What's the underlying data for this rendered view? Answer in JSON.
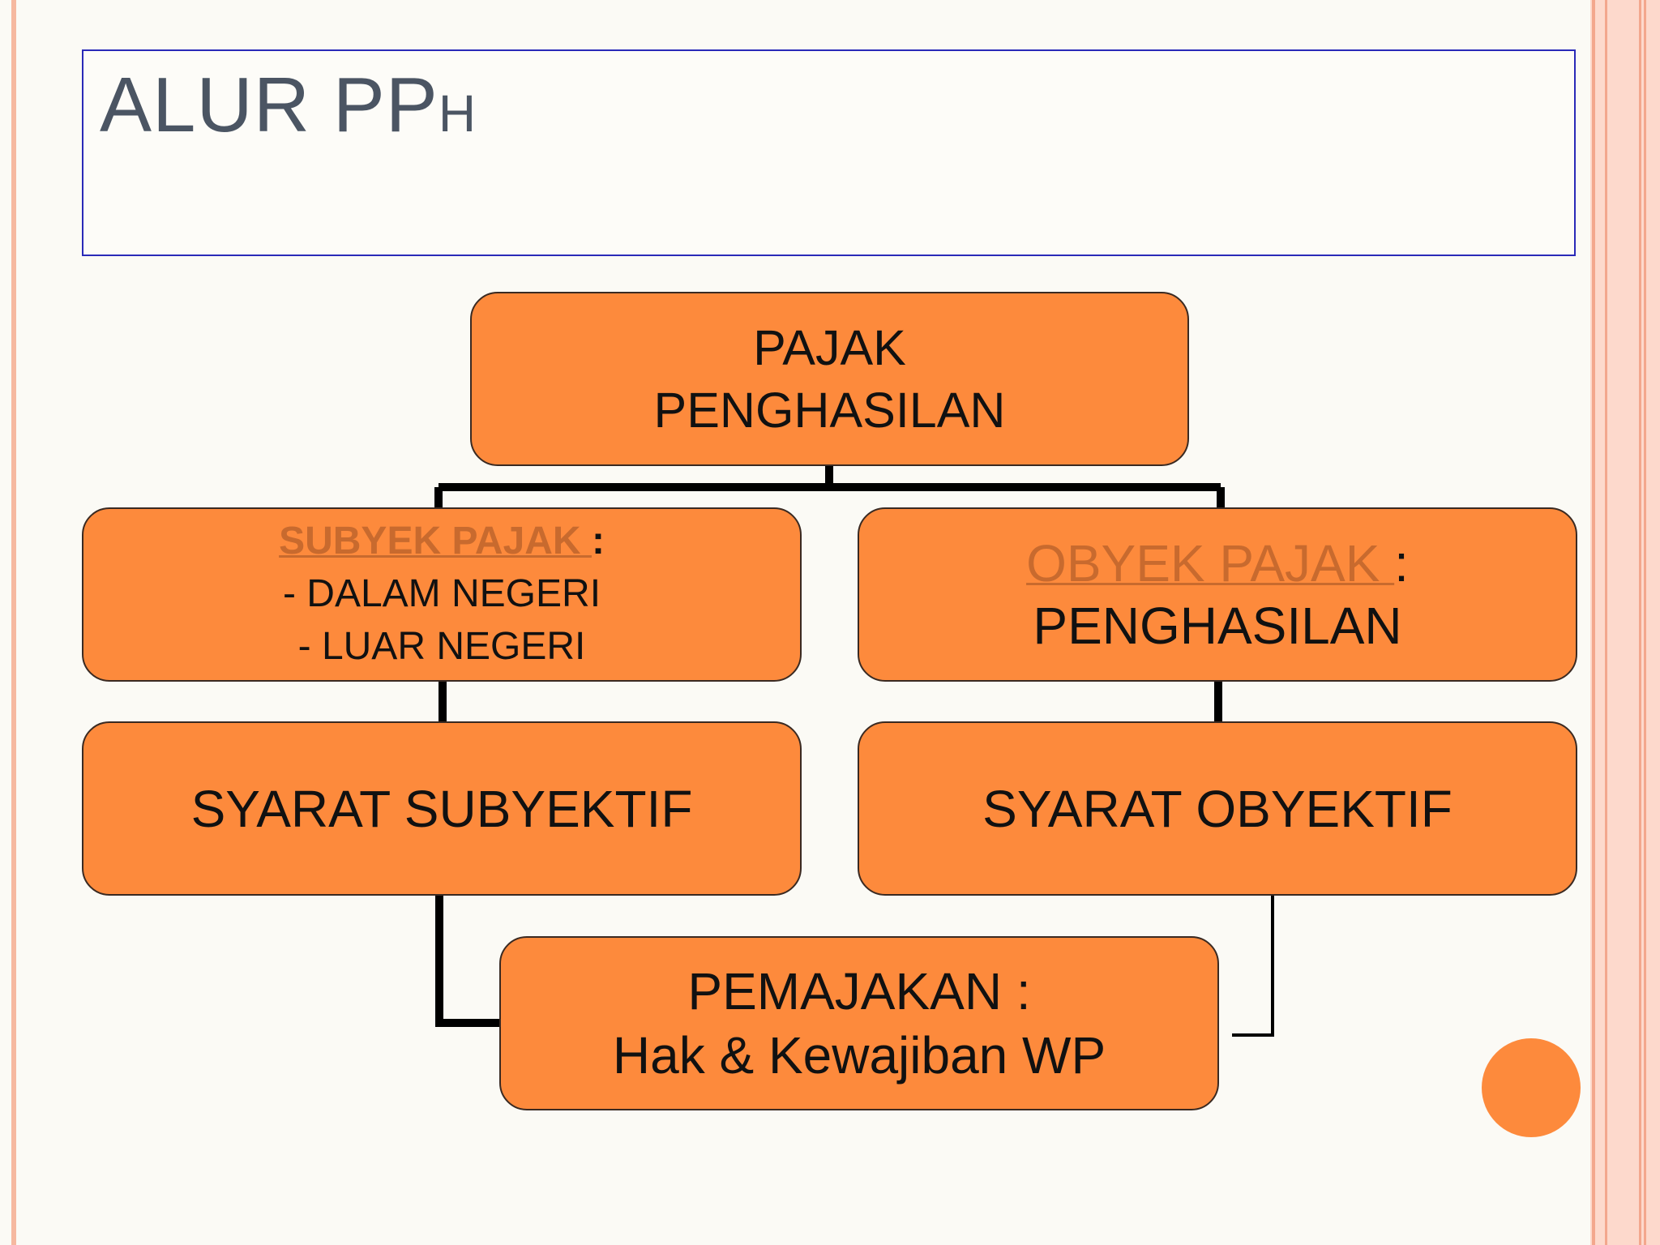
{
  "title": {
    "main": "ALUR PP",
    "small": "H"
  },
  "nodes": {
    "root": {
      "line1": "PAJAK",
      "line2": "PENGHASILAN"
    },
    "subyek": {
      "heading": "SUBYEK PAJAK ",
      "colon": ":",
      "line1": "- DALAM NEGERI",
      "line2": "- LUAR NEGERI"
    },
    "obyek": {
      "heading": "OBYEK PAJAK ",
      "colon": ":",
      "line1": "PENGHASILAN"
    },
    "syarat_subyektif": {
      "label": "SYARAT SUBYEKTIF"
    },
    "syarat_obyektif": {
      "label": "SYARAT OBYEKTIF"
    },
    "pemajakan": {
      "line1": "PEMAJAKAN :",
      "line2": "Hak & Kewajiban WP"
    }
  },
  "colors": {
    "node_fill": "#fd8a3c",
    "link_text": "#c86a2e",
    "title_text": "#4b5563",
    "title_border": "#2a2ab8"
  }
}
